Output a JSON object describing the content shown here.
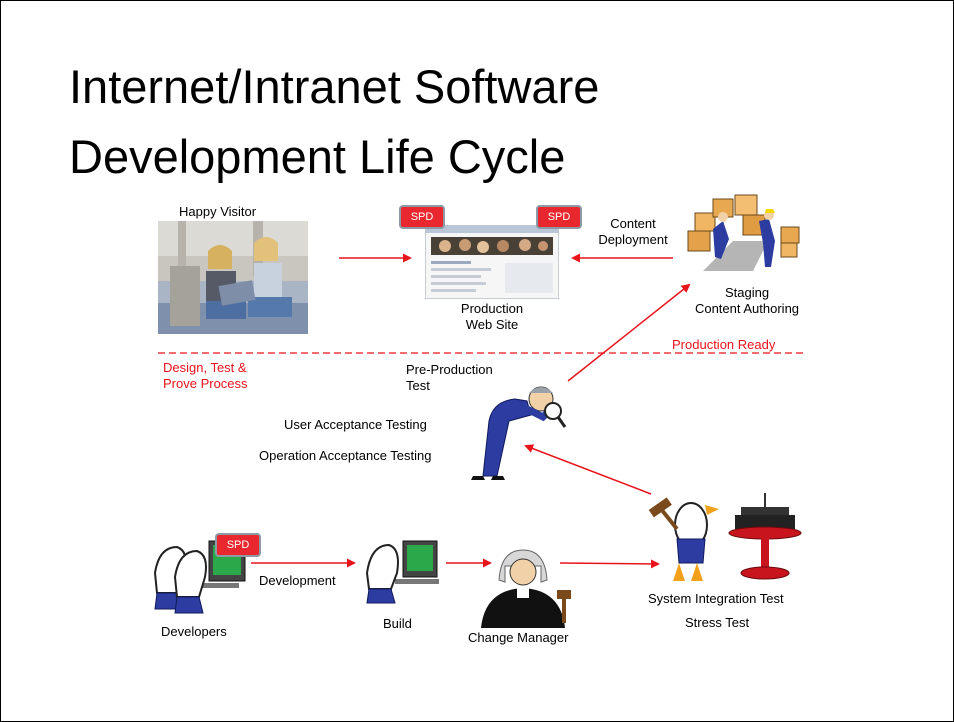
{
  "title": {
    "line1": "Internet/Intranet Software",
    "line2": "Development Life Cycle"
  },
  "nodes": {
    "happy_visitor": "Happy Visitor",
    "production_web_site": [
      "Production",
      "Web Site"
    ],
    "content_deployment": [
      "Content",
      "Deployment"
    ],
    "staging": [
      "Staging",
      "Content Authoring"
    ],
    "production_ready": "Production Ready",
    "design_test_prove": [
      "Design, Test &",
      "Prove Process"
    ],
    "pre_production_test": [
      "Pre-Production",
      "Test"
    ],
    "user_acceptance_testing": "User Acceptance Testing",
    "operation_acceptance_testing": "Operation Acceptance Testing",
    "developers": "Developers",
    "development": "Development",
    "build": "Build",
    "change_manager": "Change Manager",
    "system_integration_test": "System Integration Test",
    "stress_test": "Stress Test"
  },
  "badges": {
    "spd": "SPD"
  },
  "colors": {
    "arrow": "#e8141b",
    "badge": "#e8282e",
    "divider": "#e8141b"
  }
}
